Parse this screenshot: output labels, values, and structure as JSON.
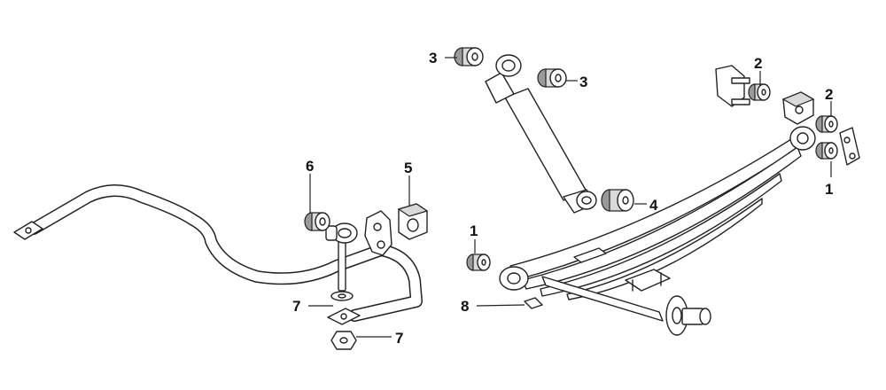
{
  "callouts": {
    "c3a": "3",
    "c3b": "3",
    "c2a": "2",
    "c2b": "2",
    "c6": "6",
    "c5": "5",
    "c1a": "1",
    "c1b": "1",
    "c4": "4",
    "c7a": "7",
    "c7b": "7",
    "c8": "8"
  },
  "colors": {
    "ink": "#222222",
    "background": "#ffffff",
    "shade": "#d9d9d9"
  }
}
